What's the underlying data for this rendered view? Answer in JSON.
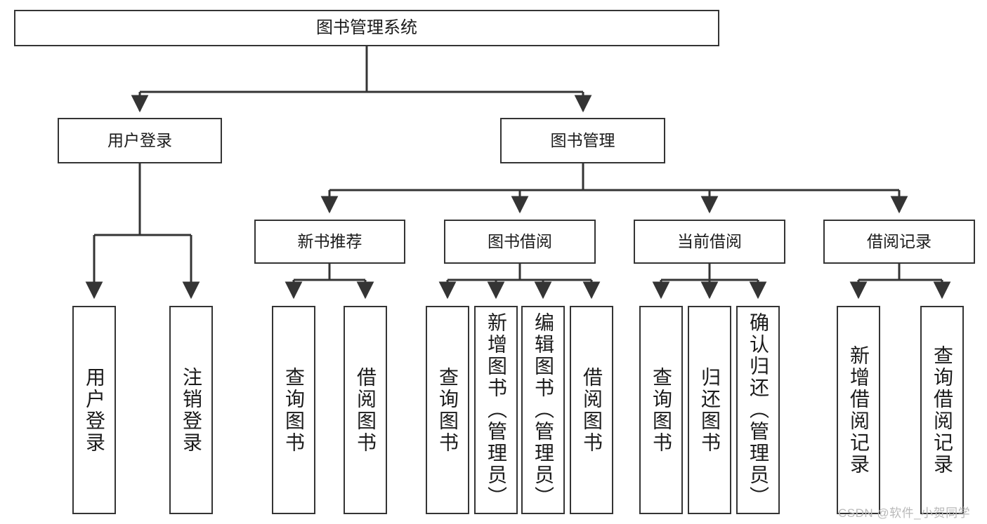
{
  "diagram": {
    "title": "图书管理系统",
    "type": "tree",
    "root": {
      "label": "图书管理系统"
    },
    "level2": [
      {
        "label": "用户登录"
      },
      {
        "label": "图书管理"
      }
    ],
    "level3": [
      {
        "label": "新书推荐"
      },
      {
        "label": "图书借阅"
      },
      {
        "label": "当前借阅"
      },
      {
        "label": "借阅记录"
      }
    ],
    "leaves": {
      "user_login": [
        {
          "label": "用户登录"
        },
        {
          "label": "注销登录"
        }
      ],
      "new_book": [
        {
          "label": "查询图书"
        },
        {
          "label": "借阅图书"
        }
      ],
      "book_borrow": [
        {
          "label": "查询图书"
        },
        {
          "label": "新增图书（管理员）"
        },
        {
          "label": "编辑图书（管理员）"
        },
        {
          "label": "借阅图书"
        }
      ],
      "current_borrow": [
        {
          "label": "查询图书"
        },
        {
          "label": "归还图书"
        },
        {
          "label": "确认归还（管理员）"
        }
      ],
      "borrow_record": [
        {
          "label": "新增借阅记录"
        },
        {
          "label": "查询借阅记录"
        }
      ]
    }
  },
  "watermark": {
    "text": "CSDN @软件_小贺同学"
  },
  "colors": {
    "stroke": "#343434",
    "text": "#1b1b1b",
    "background": "#ffffff",
    "watermark": "#b9b9b9"
  }
}
